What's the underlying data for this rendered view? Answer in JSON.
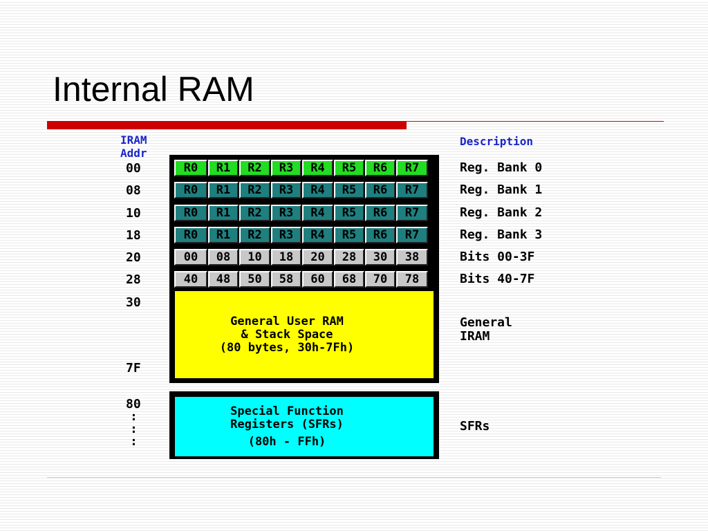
{
  "title": "Internal RAM",
  "headers": {
    "addr_line1": "IRAM",
    "addr_line2": "Addr",
    "description": "Description"
  },
  "rows": [
    {
      "addr": "00",
      "cells": [
        "R0",
        "R1",
        "R2",
        "R3",
        "R4",
        "R5",
        "R6",
        "R7"
      ],
      "desc": "Reg. Bank 0"
    },
    {
      "addr": "08",
      "cells": [
        "R0",
        "R1",
        "R2",
        "R3",
        "R4",
        "R5",
        "R6",
        "R7"
      ],
      "desc": "Reg. Bank 1"
    },
    {
      "addr": "10",
      "cells": [
        "R0",
        "R1",
        "R2",
        "R3",
        "R4",
        "R5",
        "R6",
        "R7"
      ],
      "desc": "Reg. Bank 2"
    },
    {
      "addr": "18",
      "cells": [
        "R0",
        "R1",
        "R2",
        "R3",
        "R4",
        "R5",
        "R6",
        "R7"
      ],
      "desc": "Reg. Bank 3"
    },
    {
      "addr": "20",
      "cells": [
        "00",
        "08",
        "10",
        "18",
        "20",
        "28",
        "30",
        "38"
      ],
      "desc": "Bits 00-3F"
    },
    {
      "addr": "28",
      "cells": [
        "40",
        "48",
        "50",
        "58",
        "60",
        "68",
        "70",
        "78"
      ],
      "desc": "Bits 40-7F"
    }
  ],
  "general_ram": {
    "addr_start": "30",
    "addr_end": "7F",
    "line1": "General User RAM",
    "line2": "& Stack Space",
    "line3": "(80 bytes, 30h-7Fh)",
    "desc_line1": "General",
    "desc_line2": "IRAM"
  },
  "sfr": {
    "addr_start": "80",
    "dots": [
      ":",
      ":",
      ":"
    ],
    "line1": "Special Function",
    "line2": "Registers (SFRs)",
    "line3": "(80h - FFh)",
    "desc": "SFRs"
  },
  "colors": {
    "title_red": "#cc0000",
    "header_blue": "#1a24c8",
    "bank0_green": "#22dd22",
    "bank_teal": "#1f7f7f",
    "bit_gray": "#c8c8c8",
    "general_yellow": "#ffff00",
    "sfr_cyan": "#00ffff"
  }
}
